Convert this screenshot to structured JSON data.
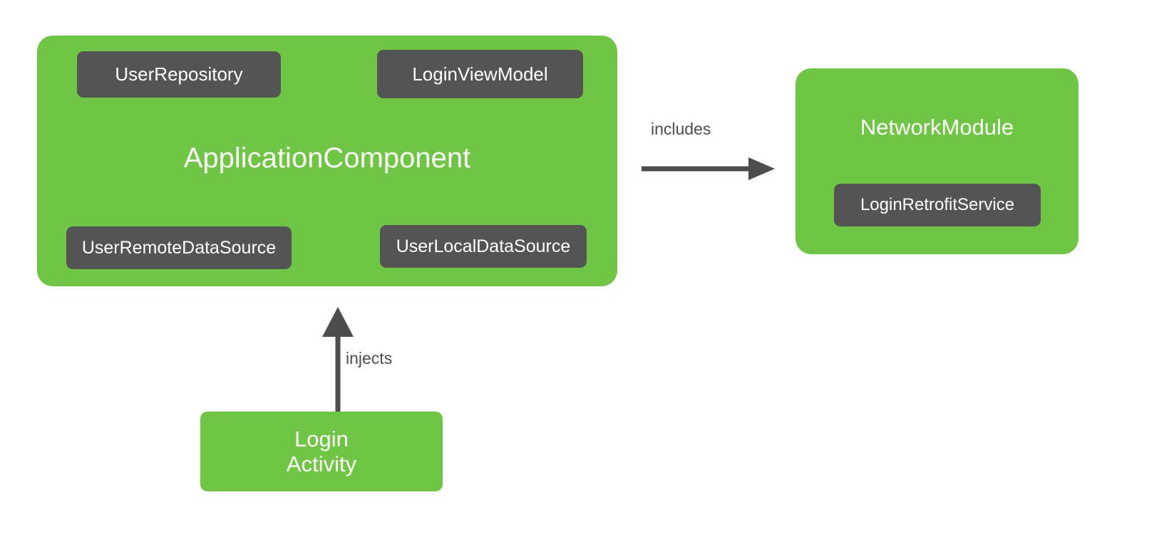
{
  "diagram": {
    "type": "dependency-injection-component-diagram",
    "background_color": "#ffffff",
    "palette": {
      "module_green": "#6FC644",
      "chip_dark_gray": "#545454",
      "arrow_gray": "#4d4d4d",
      "text_white": "#ffffff"
    },
    "nodes": [
      {
        "id": "application-component",
        "title": "ApplicationComponent",
        "kind": "component",
        "color": "#6FC644",
        "children": [
          {
            "id": "user-repository",
            "label": "UserRepository"
          },
          {
            "id": "login-viewmodel",
            "label": "LoginViewModel"
          },
          {
            "id": "user-remote-datasource",
            "label": "UserRemoteDataSource"
          },
          {
            "id": "user-local-datasource",
            "label": "UserLocalDataSource"
          }
        ]
      },
      {
        "id": "network-module",
        "title": "NetworkModule",
        "kind": "module",
        "color": "#6FC644",
        "children": [
          {
            "id": "login-retrofit-service",
            "label": "LoginRetrofitService"
          }
        ]
      },
      {
        "id": "login-activity",
        "title": "Login\nActivity",
        "kind": "activity",
        "color": "#6FC644",
        "children": []
      }
    ],
    "edges": [
      {
        "id": "includes-edge",
        "label": "includes",
        "from": "application-component",
        "to": "network-module",
        "direction": "right",
        "color": "#4d4d4d"
      },
      {
        "id": "injects-edge",
        "label": "injects",
        "from": "login-activity",
        "to": "application-component",
        "direction": "up",
        "color": "#4d4d4d"
      }
    ]
  }
}
